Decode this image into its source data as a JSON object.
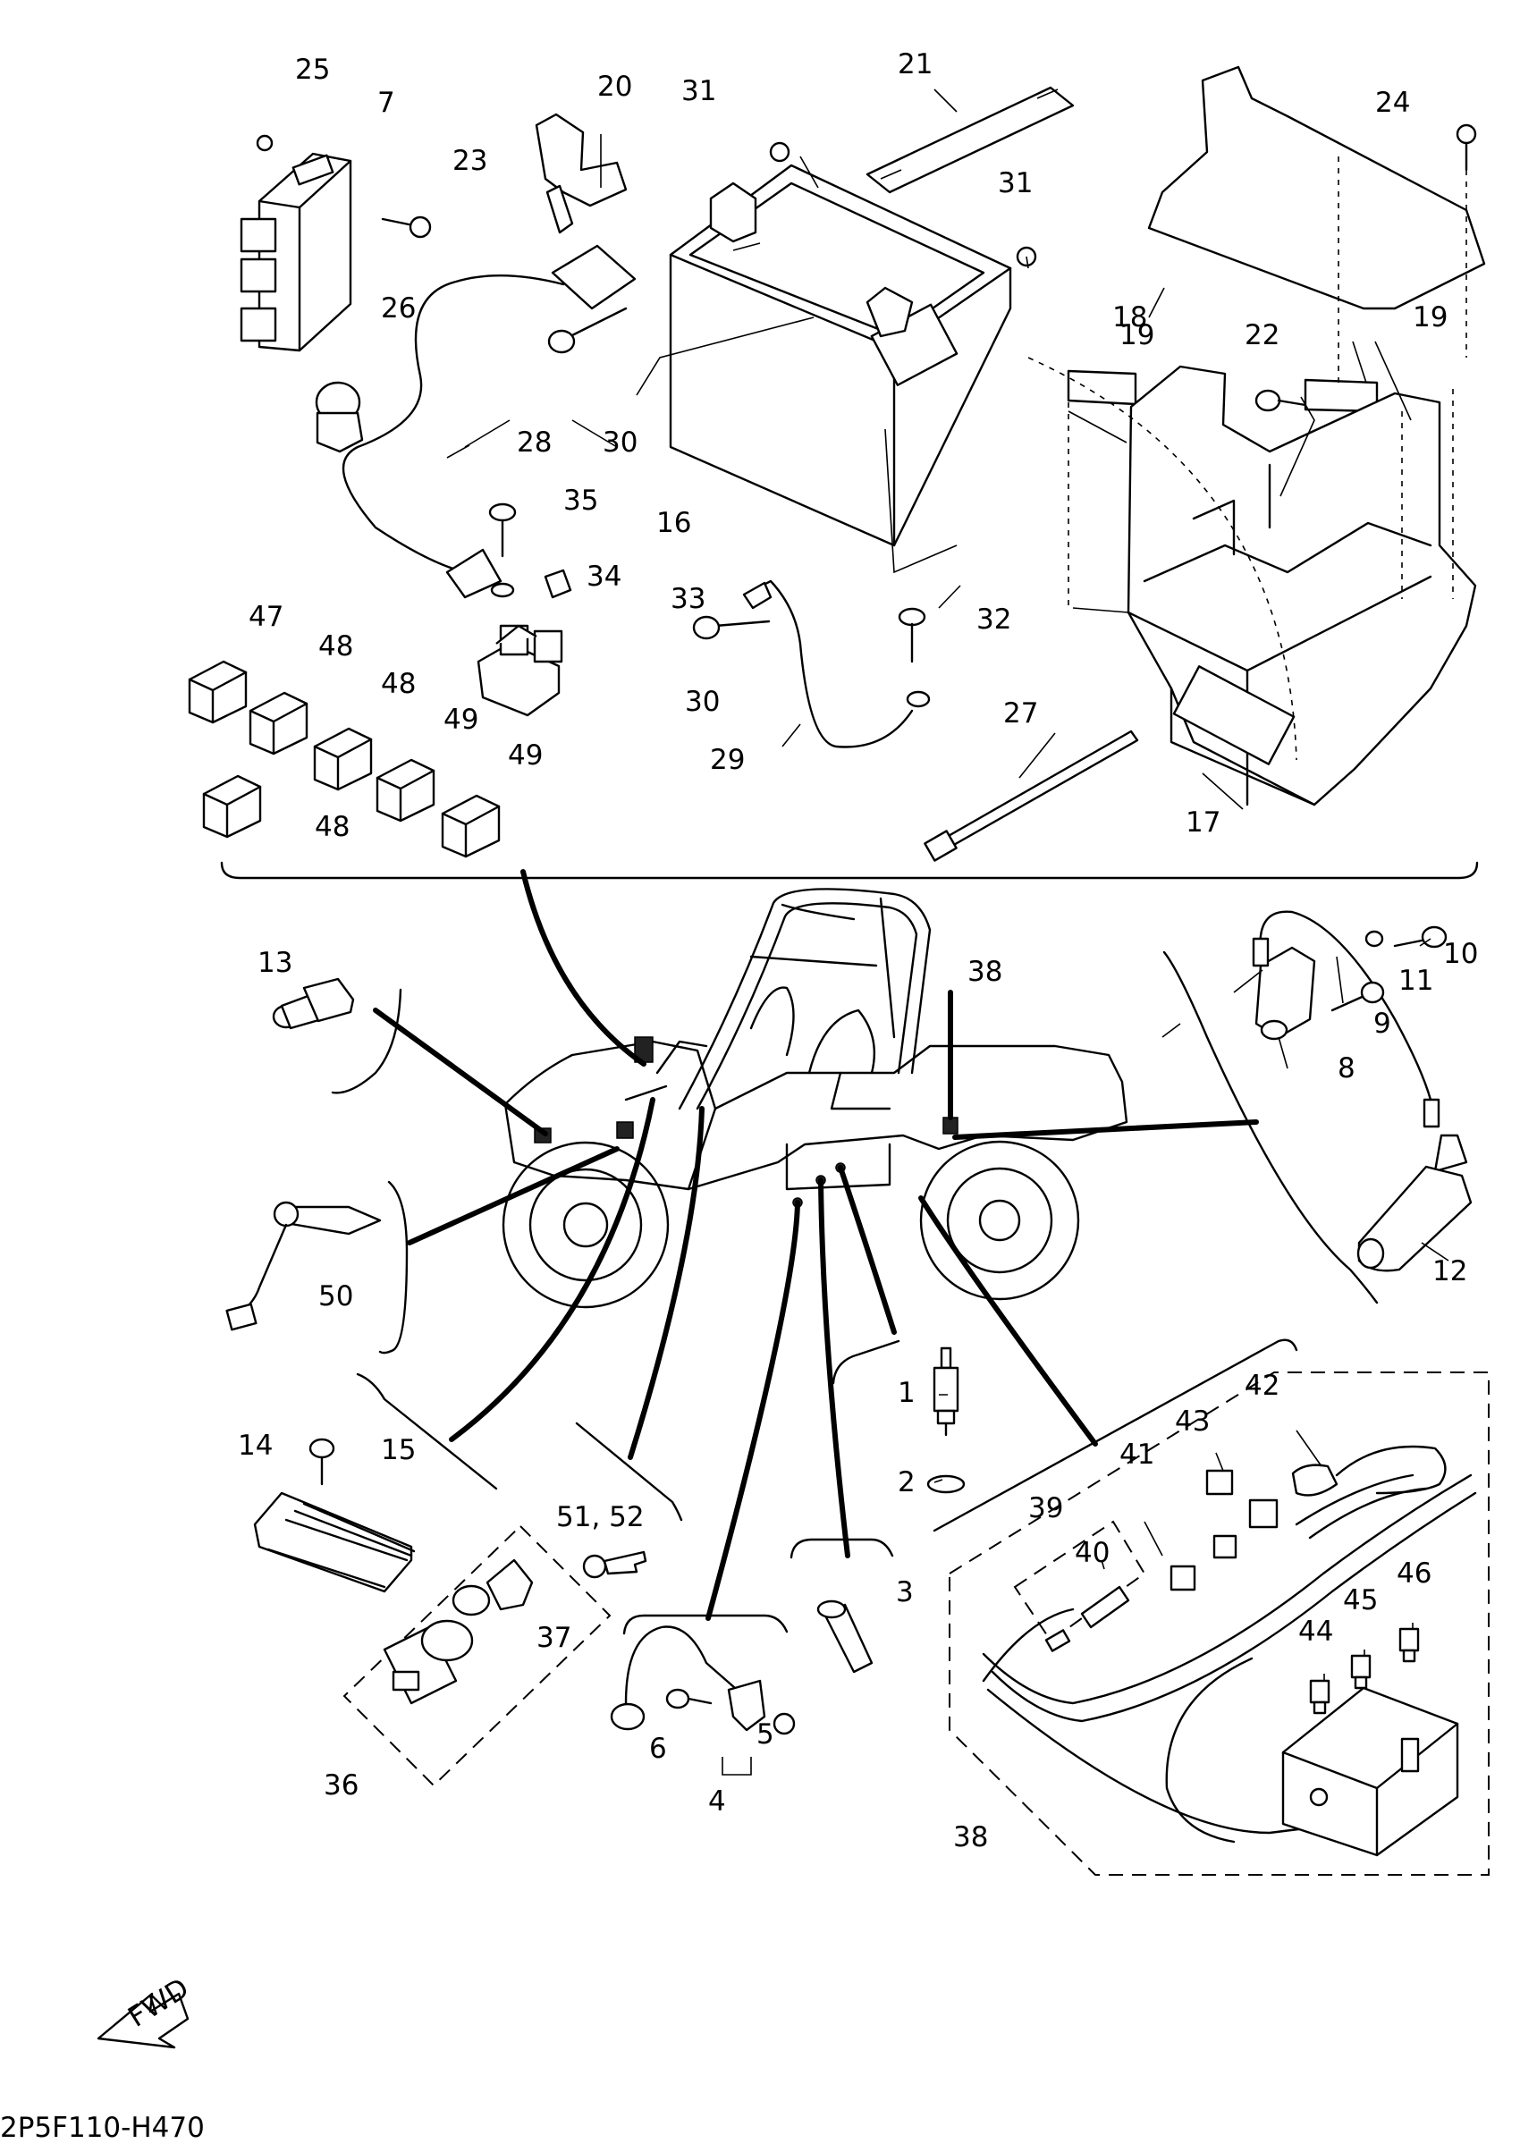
{
  "diagram": {
    "code": "2P5F110-H470",
    "fwd_badge": "FWD",
    "callouts": [
      {
        "id": "c1",
        "text": "1"
      },
      {
        "id": "c2",
        "text": "2"
      },
      {
        "id": "c3",
        "text": "3"
      },
      {
        "id": "c4",
        "text": "4"
      },
      {
        "id": "c5",
        "text": "5"
      },
      {
        "id": "c6",
        "text": "6"
      },
      {
        "id": "c7",
        "text": "7"
      },
      {
        "id": "c8",
        "text": "8"
      },
      {
        "id": "c9",
        "text": "9"
      },
      {
        "id": "c10",
        "text": "10"
      },
      {
        "id": "c11",
        "text": "11"
      },
      {
        "id": "c12",
        "text": "12"
      },
      {
        "id": "c13",
        "text": "13"
      },
      {
        "id": "c14",
        "text": "14"
      },
      {
        "id": "c15",
        "text": "15"
      },
      {
        "id": "c16",
        "text": "16"
      },
      {
        "id": "c17",
        "text": "17"
      },
      {
        "id": "c18",
        "text": "18"
      },
      {
        "id": "c19a",
        "text": "19"
      },
      {
        "id": "c19b",
        "text": "19"
      },
      {
        "id": "c20",
        "text": "20"
      },
      {
        "id": "c21",
        "text": "21"
      },
      {
        "id": "c22",
        "text": "22"
      },
      {
        "id": "c23",
        "text": "23"
      },
      {
        "id": "c24",
        "text": "24"
      },
      {
        "id": "c25",
        "text": "25"
      },
      {
        "id": "c26",
        "text": "26"
      },
      {
        "id": "c27",
        "text": "27"
      },
      {
        "id": "c28",
        "text": "28"
      },
      {
        "id": "c29",
        "text": "29"
      },
      {
        "id": "c30a",
        "text": "30"
      },
      {
        "id": "c30b",
        "text": "30"
      },
      {
        "id": "c31a",
        "text": "31"
      },
      {
        "id": "c31b",
        "text": "31"
      },
      {
        "id": "c32",
        "text": "32"
      },
      {
        "id": "c33",
        "text": "33"
      },
      {
        "id": "c34",
        "text": "34"
      },
      {
        "id": "c35",
        "text": "35"
      },
      {
        "id": "c36",
        "text": "36"
      },
      {
        "id": "c37",
        "text": "37"
      },
      {
        "id": "c38a",
        "text": "38"
      },
      {
        "id": "c38b",
        "text": "38"
      },
      {
        "id": "c39",
        "text": "39"
      },
      {
        "id": "c40",
        "text": "40"
      },
      {
        "id": "c41",
        "text": "41"
      },
      {
        "id": "c42",
        "text": "42"
      },
      {
        "id": "c43",
        "text": "43"
      },
      {
        "id": "c44",
        "text": "44"
      },
      {
        "id": "c45",
        "text": "45"
      },
      {
        "id": "c46",
        "text": "46"
      },
      {
        "id": "c47",
        "text": "47"
      },
      {
        "id": "c48a",
        "text": "48"
      },
      {
        "id": "c48b",
        "text": "48"
      },
      {
        "id": "c48c",
        "text": "48"
      },
      {
        "id": "c49a",
        "text": "49"
      },
      {
        "id": "c49b",
        "text": "49"
      },
      {
        "id": "c50",
        "text": "50"
      },
      {
        "id": "c5152",
        "text": "51, 52"
      }
    ]
  }
}
